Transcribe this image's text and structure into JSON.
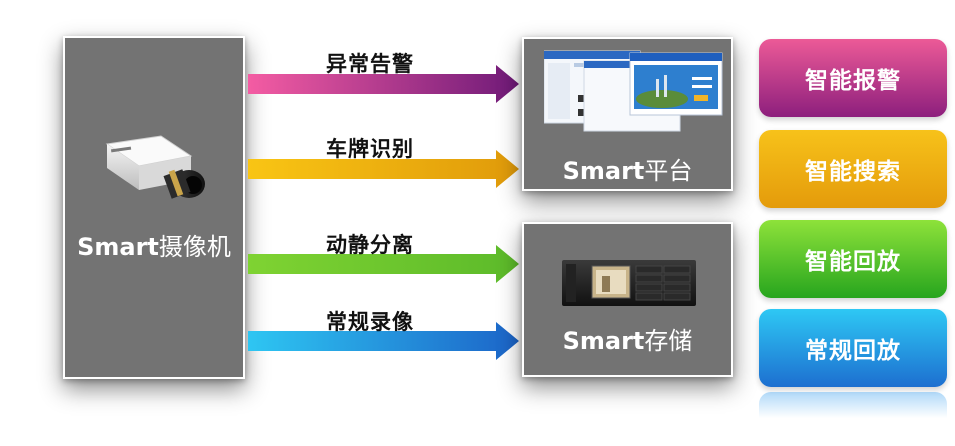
{
  "camera": {
    "label_bold": "Smart",
    "label_rest": "摄像机"
  },
  "platform": {
    "label_bold": "Smart",
    "label_rest": "平台"
  },
  "storage": {
    "label_bold": "Smart",
    "label_rest": "存储"
  },
  "flows": [
    {
      "label": "异常告警",
      "color_start": "#f45ca3",
      "color_end": "#6f1a78"
    },
    {
      "label": "车牌识别",
      "color_start": "#f9c514",
      "color_end": "#e09a0a"
    },
    {
      "label": "动静分离",
      "color_start": "#7fd332",
      "color_end": "#5cba2a"
    },
    {
      "label": "常规录像",
      "color_start": "#2ec6f2",
      "color_end": "#1c64c8"
    }
  ],
  "features": [
    {
      "label": "智能报警",
      "color_top": "#ec5a97",
      "color_bottom": "#8d1f7d"
    },
    {
      "label": "智能搜索",
      "color_top": "#f7c21a",
      "color_bottom": "#e49b0b"
    },
    {
      "label": "智能回放",
      "color_top": "#8ee23a",
      "color_bottom": "#27a51e"
    },
    {
      "label": "常规回放",
      "color_top": "#2ec8f4",
      "color_bottom": "#1d6fd0"
    }
  ]
}
